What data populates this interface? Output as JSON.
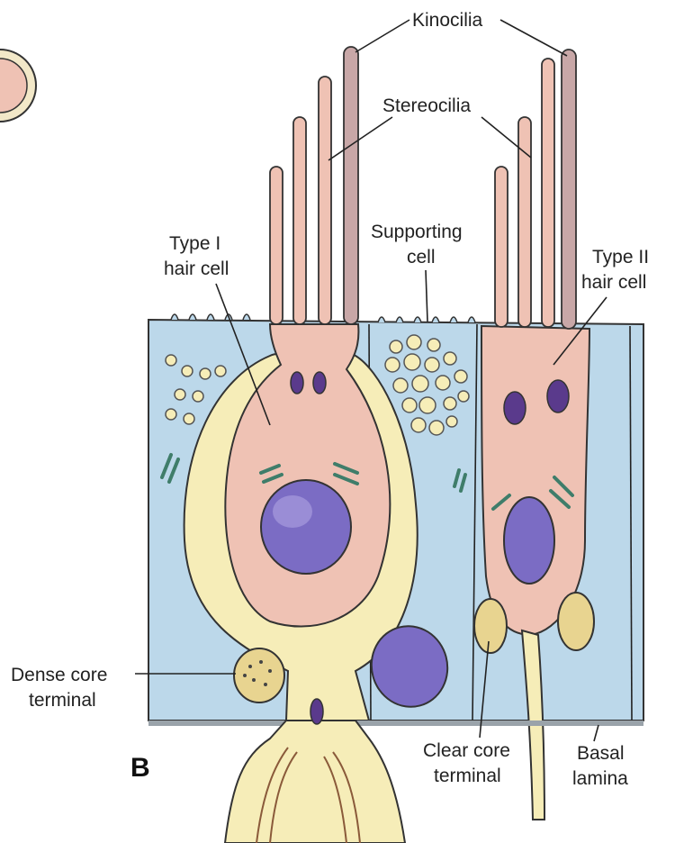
{
  "figure": {
    "panel_letter": "B",
    "labels": {
      "kinocilia": "Kinocilia",
      "stereocilia": "Stereocilia",
      "type1_line1": "Type I",
      "type1_line2": "hair cell",
      "supporting_line1": "Supporting",
      "supporting_line2": "cell",
      "type2_line1": "Type II",
      "type2_line2": "hair cell",
      "dense_line1": "Dense core",
      "dense_line2": "terminal",
      "clear_line1": "Clear core",
      "clear_line2": "terminal",
      "basal_line1": "Basal",
      "basal_line2": "lamina"
    },
    "colors": {
      "supporting_cell": "#bcd8ea",
      "hair_cell": "#efc2b4",
      "calyx": "#f6edb8",
      "nucleus": "#7b6cc4",
      "mitochondria": "#5a3a8c",
      "organelle_green": "#3f7d6a",
      "terminal": "#e8d490",
      "basal_lamina": "#9aa3aa"
    }
  }
}
